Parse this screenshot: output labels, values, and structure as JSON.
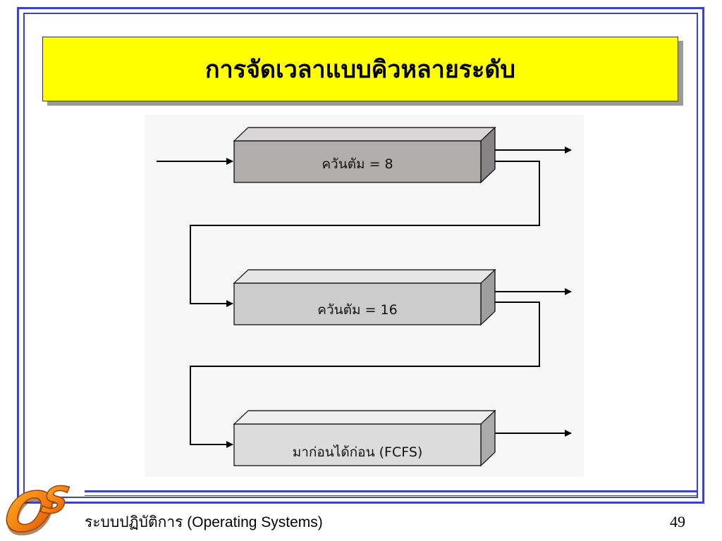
{
  "slide": {
    "title": "การจัดเวลาแบบคิวหลายระดับ",
    "footer": "ระบบปฏิบัติการ (Operating Systems)",
    "page_number": "49",
    "logo_text": "OS"
  },
  "diagram": {
    "queues": [
      {
        "label": "ควันตัม = 8"
      },
      {
        "label": "ควันตัม = 16"
      },
      {
        "label": "มาก่อนได้ก่อน (FCFS)"
      }
    ]
  },
  "colors": {
    "frame": "#3b44c8",
    "title_background": "#ffff00",
    "queue_1": "#b0adad",
    "queue_2": "#cccccc",
    "queue_3": "#dcdcdc"
  }
}
